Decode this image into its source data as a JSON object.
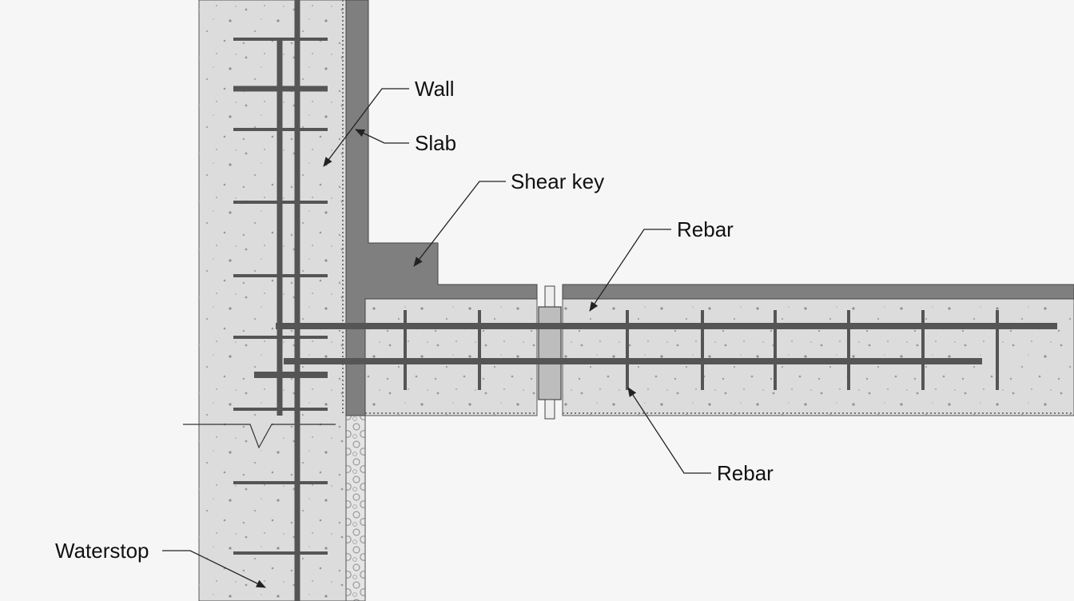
{
  "labels": {
    "wall": "Wall",
    "slab": "Slab",
    "shear_key": "Shear key",
    "rebar_upper": "Rebar",
    "rebar_lower": "Rebar",
    "waterstop": "Waterstop"
  },
  "colors": {
    "background": "#f6f6f6",
    "concrete": "#dcdcdc",
    "shear_key": "#7f7f7f",
    "rebar": "#555555",
    "line": "#222222"
  }
}
